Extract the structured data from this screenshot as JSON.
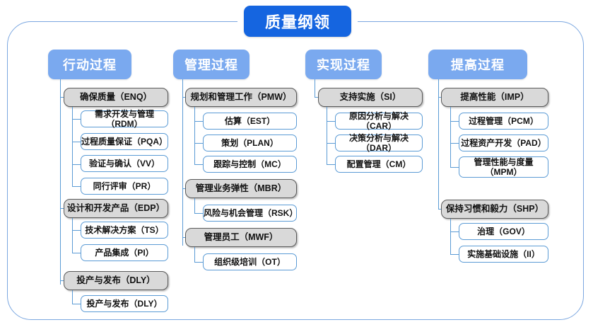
{
  "diagram": {
    "root": {
      "label": "质量纲领"
    },
    "columns": [
      {
        "id": "action-process",
        "header": "行动过程",
        "groups": [
          {
            "label": "确保质量（ENQ）",
            "items": [
              "需求开发与管理（RDM）",
              "过程质量保证（PQA）",
              "验证与确认（VV）",
              "同行评审（PR）"
            ]
          },
          {
            "label": "设计和开发产品（EDP）",
            "items": [
              "技术解决方案（TS）",
              "产品集成（PI）"
            ]
          },
          {
            "label": "投产与发布（DLY）",
            "items": [
              "投产与发布（DLY）"
            ]
          }
        ]
      },
      {
        "id": "management-process",
        "header": "管理过程",
        "groups": [
          {
            "label": "规划和管理工作（PMW）",
            "items": [
              "估算（EST）",
              "策划（PLAN）",
              "跟踪与控制（MC）"
            ]
          },
          {
            "label": "管理业务弹性（MBR）",
            "items": [
              "风险与机会管理（RSK）"
            ]
          },
          {
            "label": "管理员工（MWF）",
            "items": [
              "组织级培训（OT）"
            ]
          }
        ]
      },
      {
        "id": "realization-process",
        "header": "实现过程",
        "groups": [
          {
            "label": "支持实施（SI）",
            "items": [
              "原因分析与解决（CAR）",
              "决策分析与解决（DAR）",
              "配置管理（CM）"
            ]
          }
        ]
      },
      {
        "id": "improvement-process",
        "header": "提高过程",
        "groups": [
          {
            "label": "提高性能（IMP）",
            "items": [
              "过程管理（PCM）",
              "过程资产开发（PAD）",
              "管理性能与度量（MPM）"
            ]
          },
          {
            "label": "保持习惯和毅力（SHP）",
            "items": [
              "治理（GOV）",
              "实施基础设施（II）"
            ]
          }
        ]
      }
    ],
    "colors": {
      "root_fill": "#1565e0",
      "header_fill": "#7aa9ef",
      "group_fill": "#d9d9d9",
      "group_border": "#5a5a5a",
      "leaf_border": "#5b9bd5",
      "connector": "#5b9bd5",
      "frame_border": "#7ba7e0",
      "text_light": "#ffffff",
      "text_dark": "#111111"
    }
  }
}
